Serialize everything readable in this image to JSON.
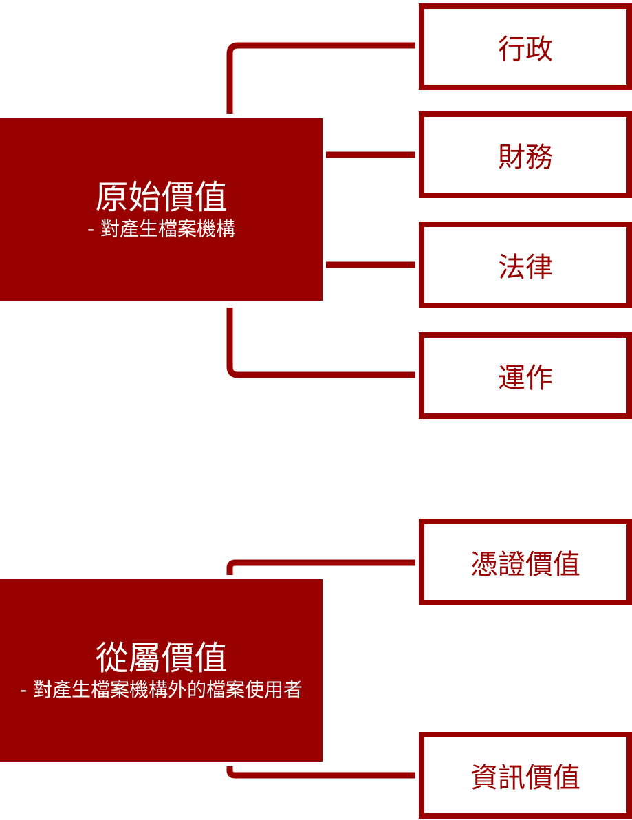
{
  "groups": [
    {
      "title": "原始價值",
      "subtitle": "- 對產生檔案機構",
      "children": [
        "行政",
        "財務",
        "法律",
        "運作"
      ]
    },
    {
      "title": "從屬價值",
      "subtitle": "- 對產生檔案機構外的檔案使用者",
      "children": [
        "憑證價值",
        "資訊價值"
      ]
    }
  ],
  "colors": {
    "accent": "#990000"
  }
}
